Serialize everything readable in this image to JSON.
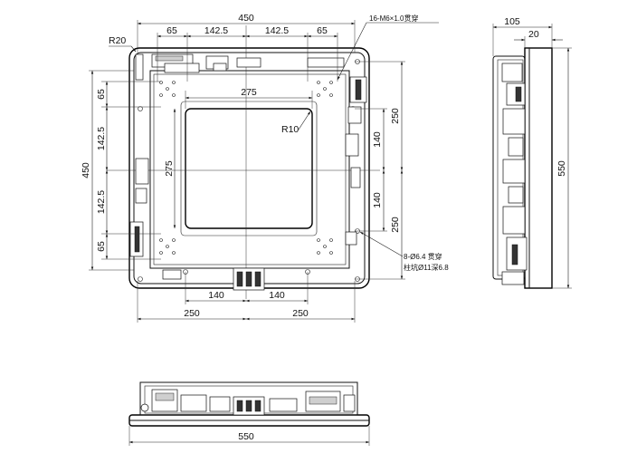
{
  "front_view": {
    "top_dims": {
      "overall": "450",
      "segment_1": "65",
      "segment_2": "142.5",
      "segment_3": "142.5",
      "segment_4": "65"
    },
    "callout_corner": "R20",
    "callout_threaded": "16-M6×1.0贯穿",
    "left_dims": {
      "overall": "450",
      "segment_1": "65",
      "segment_2": "142.5",
      "segment_3": "142.5",
      "segment_4": "65"
    },
    "window_width": "275",
    "window_height": "275",
    "window_radius": "R10",
    "right_dims": {
      "upper": "250",
      "lower": "250",
      "inner_upper": "140",
      "inner_lower": "140"
    },
    "callout_holes_line1": "8-Ø6.4 贯穿",
    "callout_holes_line2": "柱坑Ø11深6.8",
    "bottom_dims": {
      "inner_left": "140",
      "inner_right": "140",
      "outer_left": "250",
      "outer_right": "250"
    }
  },
  "side_view": {
    "depth": "105",
    "plate": "20",
    "height": "550"
  },
  "bottom_view": {
    "width": "550"
  }
}
